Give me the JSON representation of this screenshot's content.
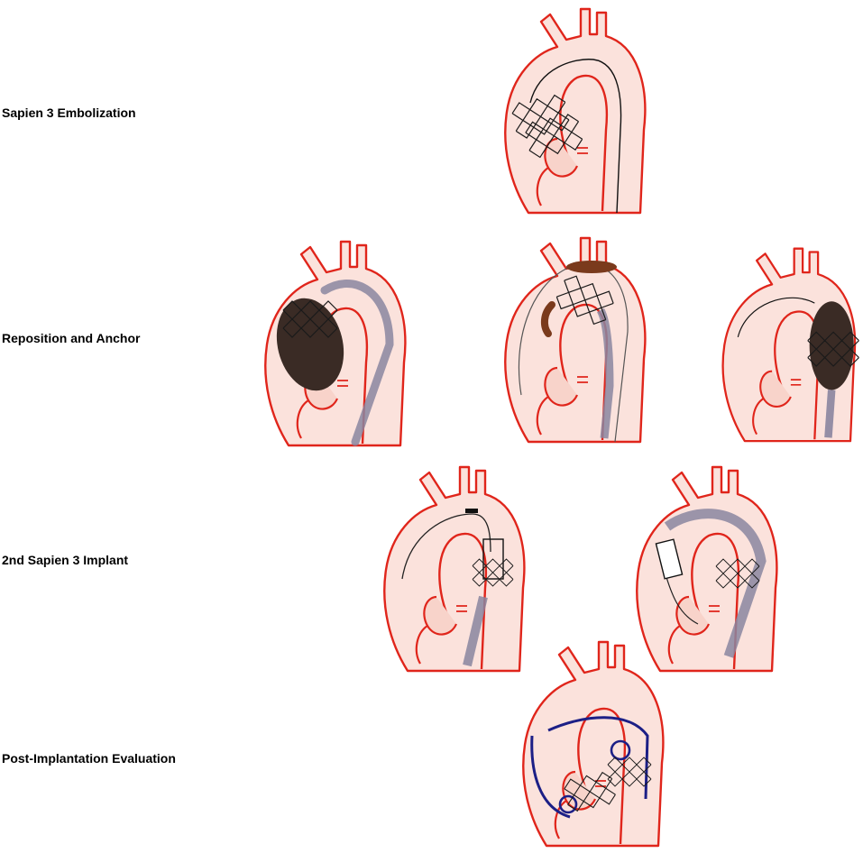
{
  "rows": [
    {
      "label": "Sapien 3 Embolization",
      "panels": [
        "embolized-valve"
      ]
    },
    {
      "label": "Reposition and Anchor",
      "panels": [
        "balloon-reposition",
        "snare-anchor",
        "balloon-anchor-descending"
      ]
    },
    {
      "label": "2nd Sapien 3 Implant",
      "panels": [
        "second-valve-advance",
        "second-valve-deploy"
      ]
    },
    {
      "label": "Post-Implantation Evaluation",
      "panels": [
        "evaluation-catheter"
      ]
    }
  ],
  "colors": {
    "vessel_outline": "#e0251b",
    "vessel_fill": "#fbe2dc",
    "sheath": "#8a86a0",
    "balloon": "#3a2b25",
    "snare": "#7a3a1c",
    "pigtail_catheter": "#1c1f86",
    "stent_frame": "#1a1a1a"
  }
}
